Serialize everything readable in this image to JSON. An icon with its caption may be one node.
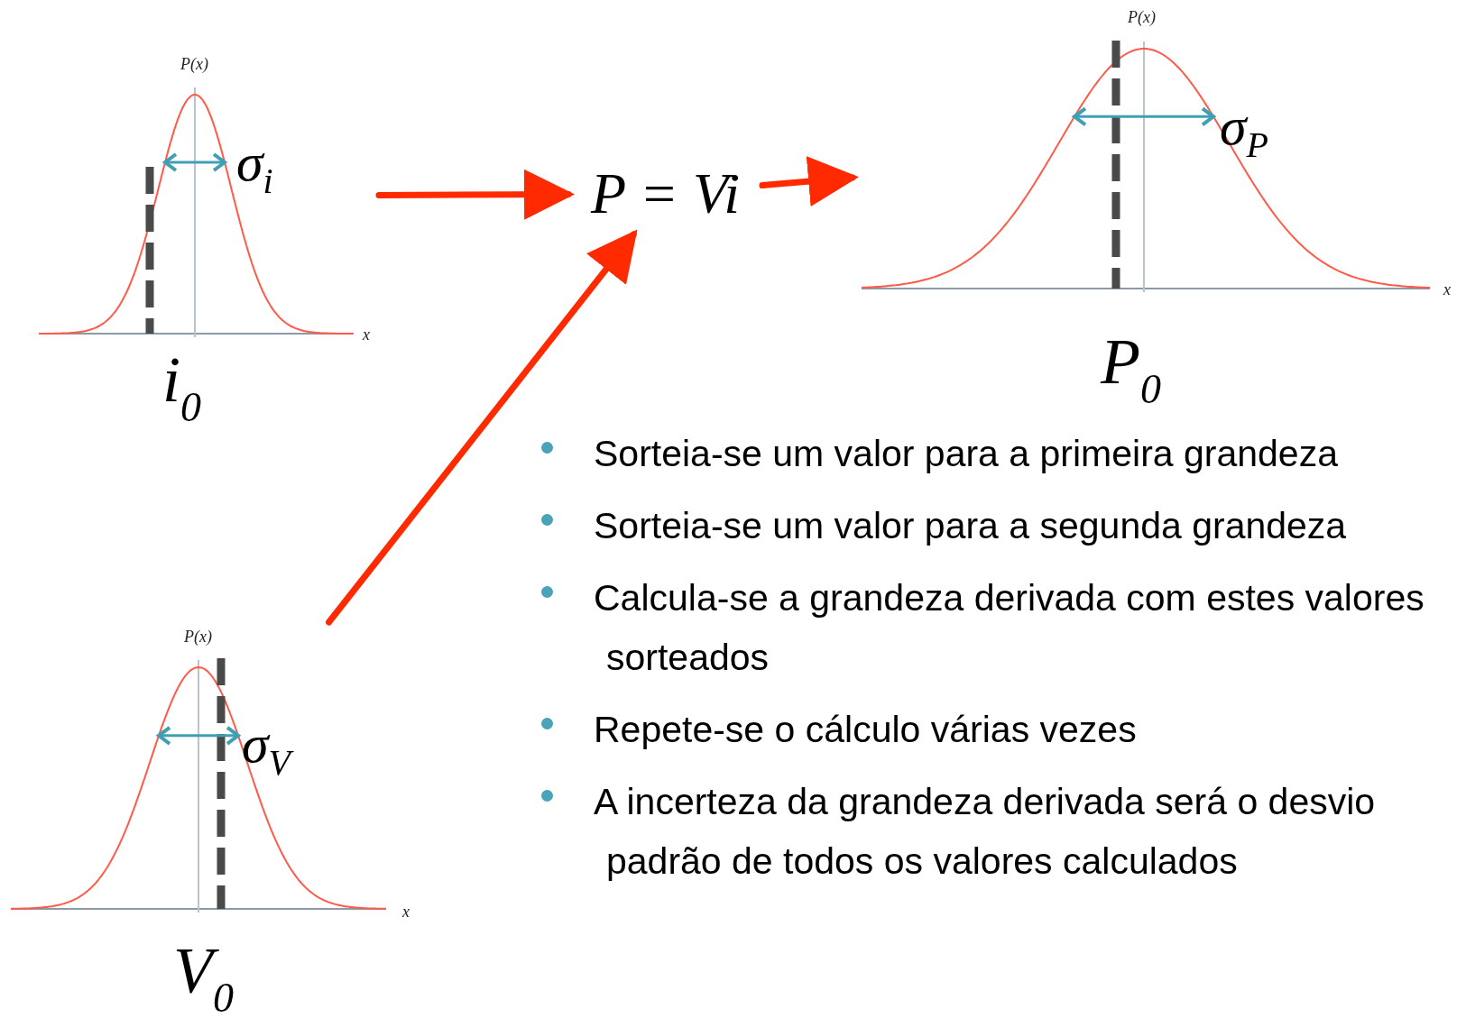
{
  "diagram": {
    "nodes": [
      {
        "text": [
          "P(x)",
          "x",
          "σ$_{i}$"
        ],
        "beside": [
          "i$_{0}$"
        ]
      },
      {
        "text": [
          "P = Vi"
        ]
      },
      {
        "text": [
          "P(x)",
          "x",
          "σ$_{V}$"
        ],
        "beside": [
          "V$_{0}$"
        ]
      },
      {
        "text": [
          "P(x)",
          "x",
          "σ$_{P}$"
        ],
        "beside": [
          "P$_{0}$"
        ]
      }
    ],
    "edges": [
      {
        "from": 0,
        "to": 1,
        "arrow": "to"
      },
      {
        "from": 2,
        "to": 1,
        "arrow": "to"
      },
      {
        "from": 1,
        "to": 3,
        "arrow": "to"
      }
    ],
    "labels": [
      "Sorteia-se um valor para a primeira grandeza",
      "Sorteia-se um valor para a segunda grandeza",
      "Calcula-se a grandeza derivada com estes valores sorteados",
      "Repete-se o cálculo várias vezes",
      "A incerteza da grandeza derivada será o desvio padrão de todos os valores calculados"
    ]
  }
}
